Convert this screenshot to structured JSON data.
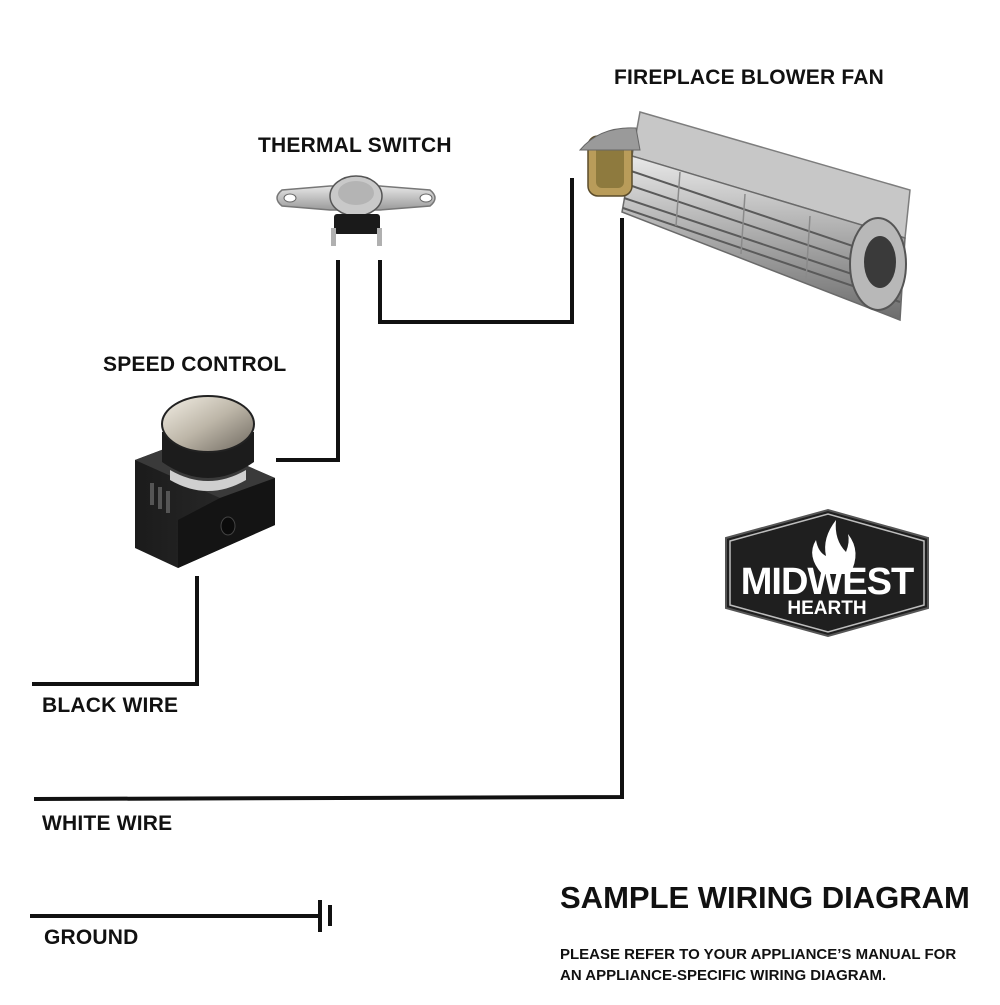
{
  "components": {
    "blower_fan": "FIREPLACE BLOWER FAN",
    "thermal_switch": "THERMAL SWITCH",
    "speed_control": "SPEED CONTROL"
  },
  "wires": {
    "black": "BLACK WIRE",
    "white": "WHITE WIRE",
    "ground": "GROUND"
  },
  "logo": {
    "line1": "MIDWEST",
    "line2": "HEARTH"
  },
  "footer": {
    "title": "SAMPLE WIRING DIAGRAM",
    "note_line1": "PLEASE REFER TO YOUR APPLIANCE’S MANUAL FOR",
    "note_line2": "AN APPLIANCE-SPECIFIC WIRING DIAGRAM."
  }
}
